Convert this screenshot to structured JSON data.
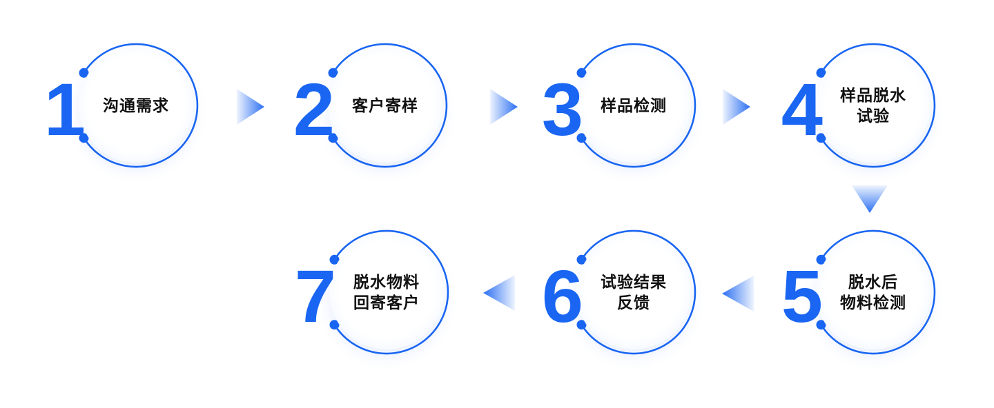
{
  "colors": {
    "primary": "#1A66F2",
    "label": "#111111",
    "arrow-tip": "#2B6FF2",
    "arrow-base": "#EEF4FE",
    "glow": "#D8E5FB"
  },
  "steps": [
    {
      "number": "1",
      "line1": "沟通需求",
      "line2": ""
    },
    {
      "number": "2",
      "line1": "客户寄样",
      "line2": ""
    },
    {
      "number": "3",
      "line1": "样品检测",
      "line2": ""
    },
    {
      "number": "4",
      "line1": "样品脱水",
      "line2": "试验"
    },
    {
      "number": "5",
      "line1": "脱水后",
      "line2": "物料检测"
    },
    {
      "number": "6",
      "line1": "试验结果",
      "line2": "反馈"
    },
    {
      "number": "7",
      "line1": "脱水物料",
      "line2": "回寄客户"
    }
  ],
  "arrows": [
    {
      "direction": "right",
      "from": "1",
      "to": "2"
    },
    {
      "direction": "right",
      "from": "2",
      "to": "3"
    },
    {
      "direction": "right",
      "from": "3",
      "to": "4"
    },
    {
      "direction": "down",
      "from": "4",
      "to": "5"
    },
    {
      "direction": "left",
      "from": "5",
      "to": "6"
    },
    {
      "direction": "left",
      "from": "6",
      "to": "7"
    }
  ]
}
